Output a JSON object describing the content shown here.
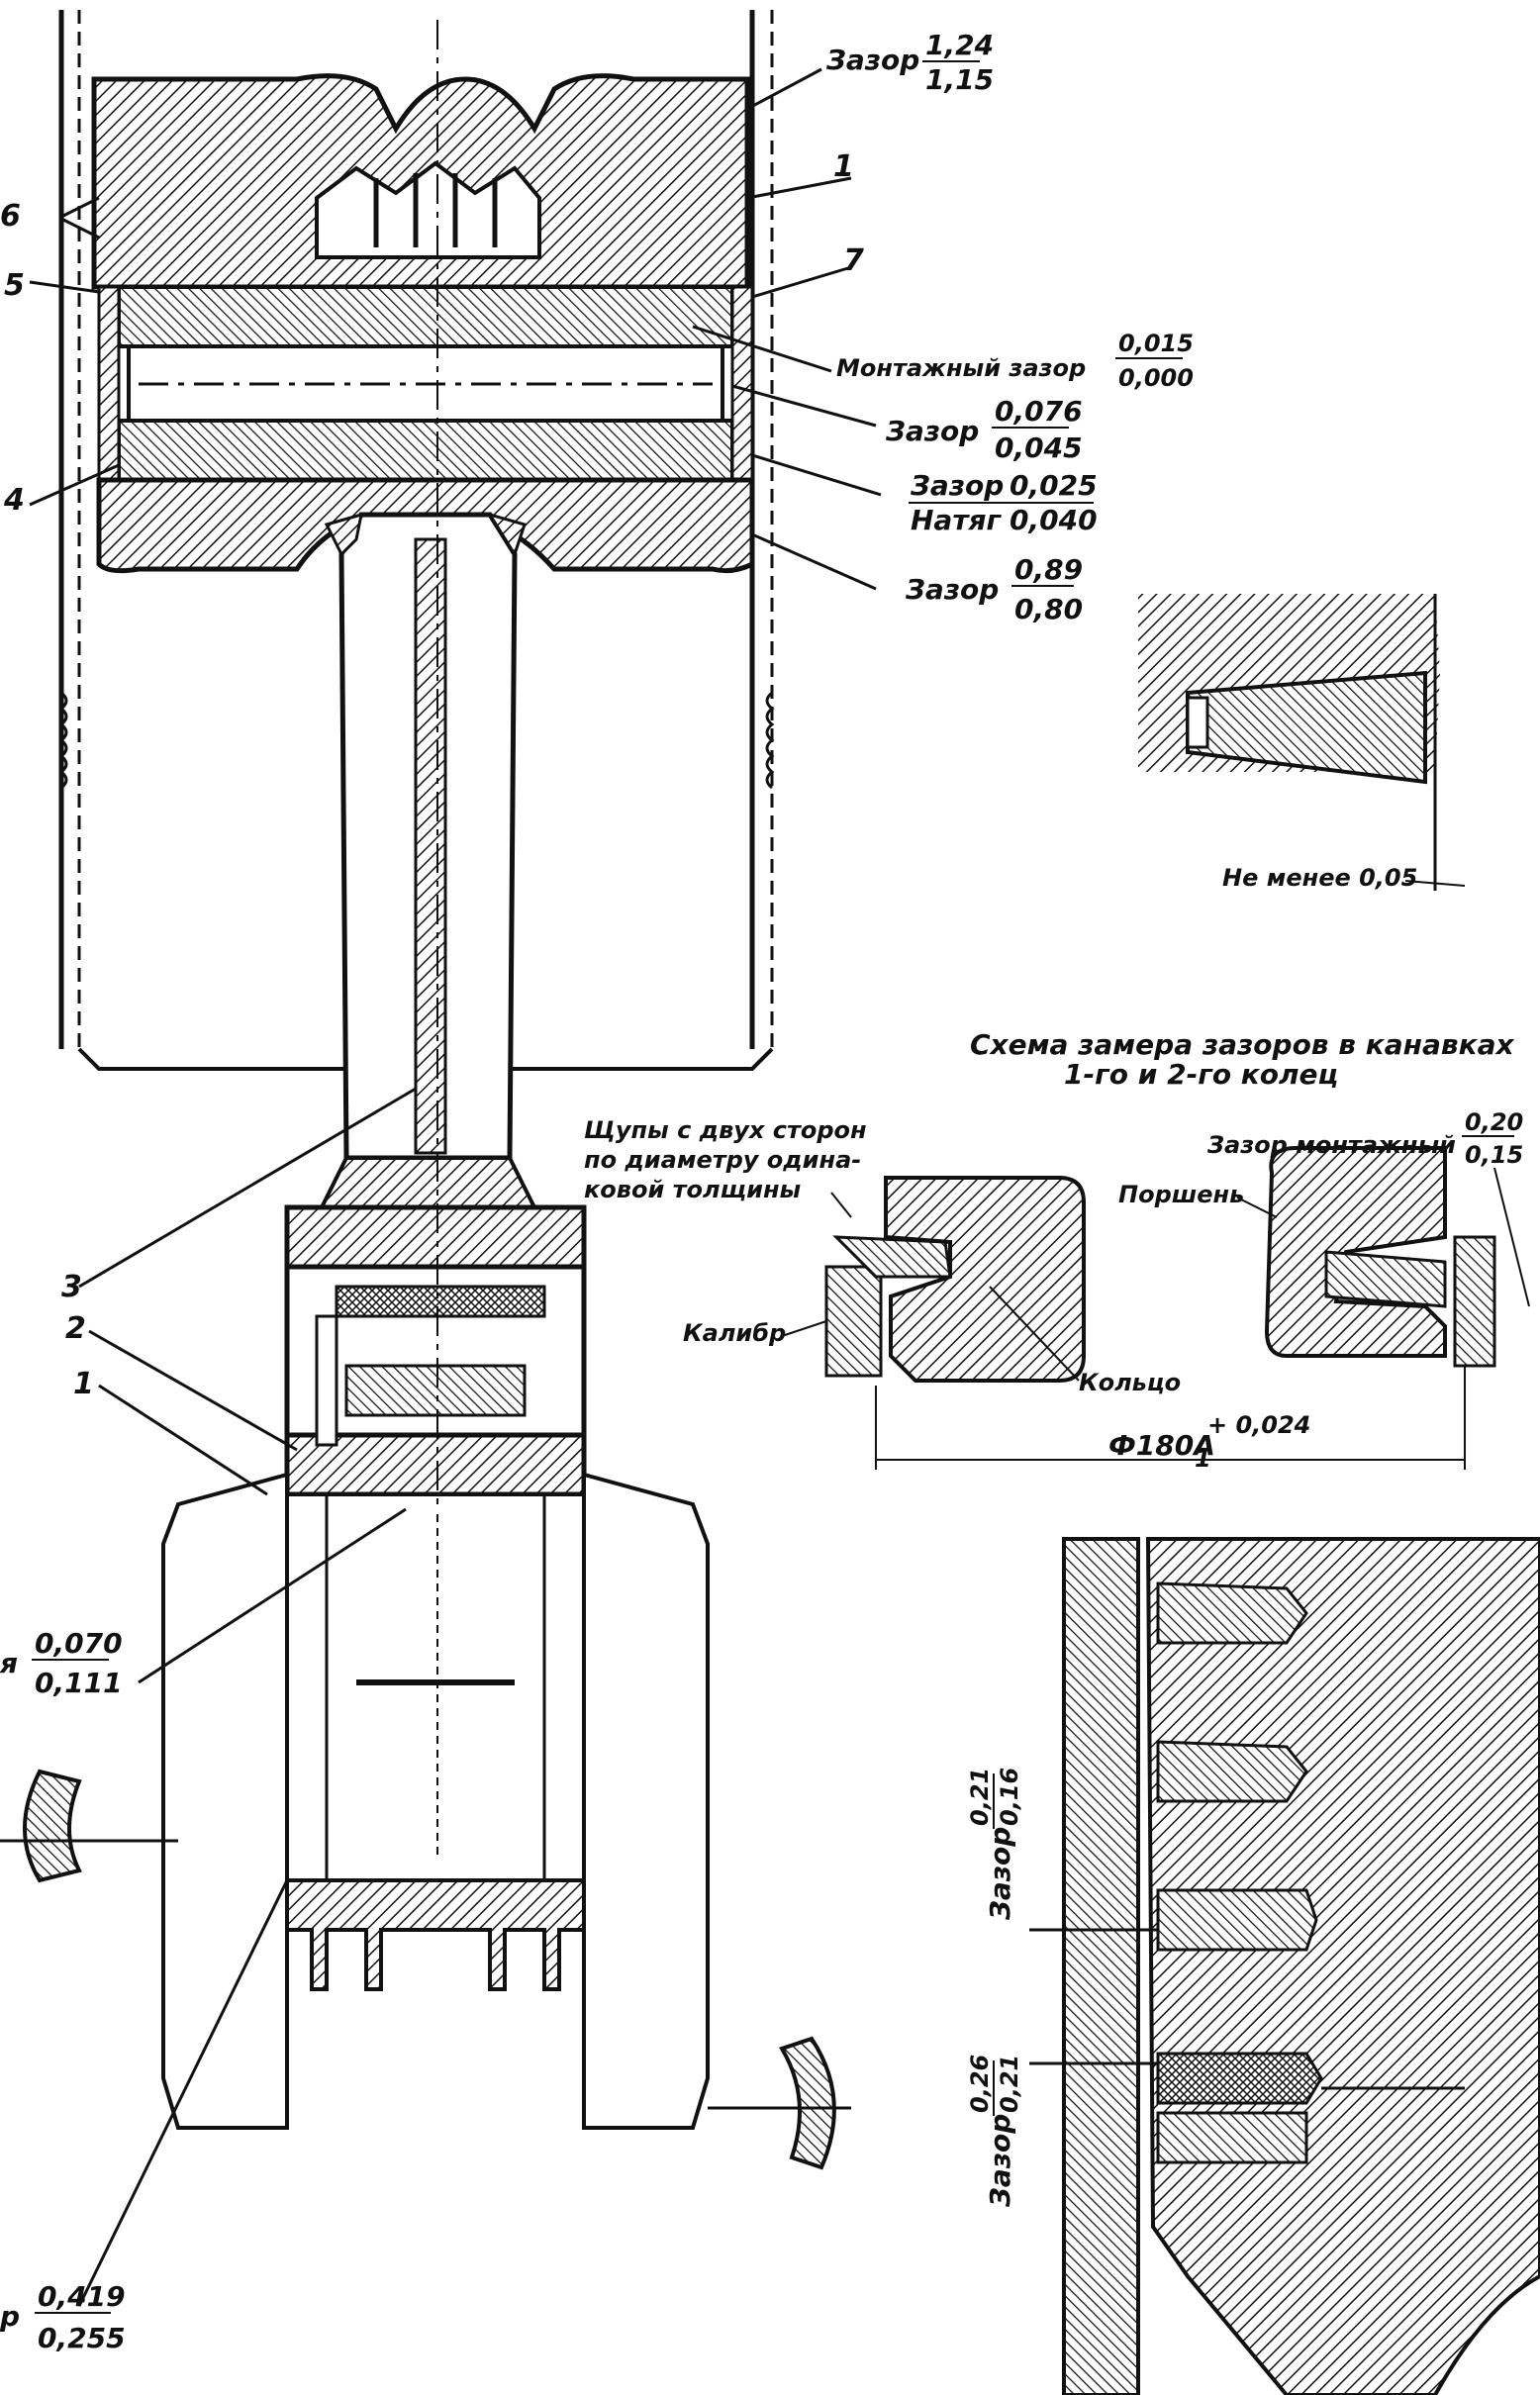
{
  "callouts": {
    "n1": "1",
    "n7": "7",
    "n6": "6",
    "n5": "5",
    "n4": "4",
    "n3": "3",
    "n2": "2",
    "n1b": "1"
  },
  "gaps": {
    "top": {
      "word": "Зазор",
      "num": "1,24",
      "den": "1,15"
    },
    "mounting": {
      "word": "Монтажный зазор",
      "num": "0,015",
      "den": "0,000"
    },
    "gap2": {
      "word": "Зазор",
      "num": "0,076",
      "den": "0,045"
    },
    "gap3": {
      "word": "Зазор",
      "num": "0,025",
      "word2": "Натяг",
      "den": "0,040"
    },
    "gap4": {
      "word": "Зазор",
      "num": "0,89",
      "den": "0,80"
    },
    "left1": {
      "prefix": "я",
      "num": "0,070",
      "den": "0,111"
    },
    "left2": {
      "prefix": "р",
      "num": "0,419",
      "den": "0,255"
    }
  },
  "detail": {
    "not_less": "Не менее 0,05"
  },
  "scheme": {
    "title1": "Схема замера зазоров в канавках",
    "title2": "1-го и 2-го колец",
    "probes1": "Щупы с двух сторон",
    "probes2": "по диаметру одина-",
    "probes3": "ковой толщины",
    "mount_gap": "Зазор монтажный",
    "mount_num": "0,20",
    "mount_den": "0,15",
    "piston": "Поршень",
    "gauge": "Калибр",
    "ring": "Кольцо",
    "diameter": "Ф180А",
    "diameter_sub": "1",
    "diameter_tol": "+ 0,024"
  },
  "bottom_right": {
    "gap_a": {
      "word": "Зазор",
      "num": "0,21",
      "den": "0,16"
    },
    "gap_b": {
      "word": "Зазор",
      "num": "0,26",
      "den": "0,21"
    }
  }
}
